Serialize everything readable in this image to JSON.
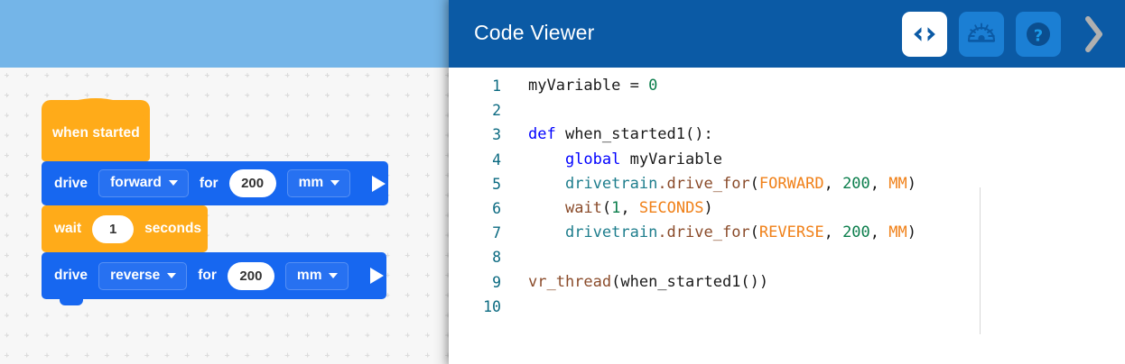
{
  "workspace": {
    "name": "blocks-workspace",
    "sky_color": "#74b5e8",
    "grid_color": "#d9d9d9",
    "blocks": [
      {
        "type": "hat",
        "label": "when started",
        "color": "#ffab19"
      },
      {
        "type": "drive",
        "label": "drive",
        "direction": "forward",
        "for_label": "for",
        "value": "200",
        "unit": "mm",
        "color": "#1767f0",
        "run_icon": "play-icon"
      },
      {
        "type": "wait",
        "label": "wait",
        "value": "1",
        "unit_label": "seconds",
        "color": "#ffab19"
      },
      {
        "type": "drive",
        "label": "drive",
        "direction": "reverse",
        "for_label": "for",
        "value": "200",
        "unit": "mm",
        "color": "#1767f0",
        "run_icon": "play-icon"
      }
    ]
  },
  "code_viewer": {
    "title": "Code Viewer",
    "header_color": "#0b5aa5",
    "actions": [
      {
        "name": "code-view-button",
        "icon": "code-brackets-icon",
        "state": "active"
      },
      {
        "name": "dashboard-view-button",
        "icon": "gauge-dashboard-icon",
        "state": "default"
      },
      {
        "name": "help-button",
        "icon": "question-mark-icon",
        "state": "default"
      },
      {
        "name": "collapse-panel-button",
        "icon": "chevron-right-icon",
        "state": "default"
      }
    ],
    "line_numbers": [
      "1",
      "2",
      "3",
      "4",
      "5",
      "6",
      "7",
      "8",
      "9",
      "10"
    ],
    "lines": [
      {
        "n": "1",
        "tokens": [
          {
            "t": "myVariable ",
            "c": "punct"
          },
          {
            "t": "= ",
            "c": "punct"
          },
          {
            "t": "0",
            "c": "num"
          }
        ]
      },
      {
        "n": "2",
        "tokens": []
      },
      {
        "n": "3",
        "tokens": [
          {
            "t": "def ",
            "c": "kw"
          },
          {
            "t": "when_started1():",
            "c": "punct"
          }
        ]
      },
      {
        "n": "4",
        "tokens": [
          {
            "t": "    ",
            "c": "punct"
          },
          {
            "t": "global ",
            "c": "kw"
          },
          {
            "t": "myVariable",
            "c": "punct"
          }
        ]
      },
      {
        "n": "5",
        "tokens": [
          {
            "t": "    ",
            "c": "punct"
          },
          {
            "t": "drivetrain",
            "c": "obj"
          },
          {
            "t": ".drive_for",
            "c": "fn"
          },
          {
            "t": "(",
            "c": "punct"
          },
          {
            "t": "FORWARD",
            "c": "const"
          },
          {
            "t": ", ",
            "c": "punct"
          },
          {
            "t": "200",
            "c": "num"
          },
          {
            "t": ", ",
            "c": "punct"
          },
          {
            "t": "MM",
            "c": "const"
          },
          {
            "t": ")",
            "c": "punct"
          }
        ]
      },
      {
        "n": "6",
        "tokens": [
          {
            "t": "    ",
            "c": "punct"
          },
          {
            "t": "wait",
            "c": "fn"
          },
          {
            "t": "(",
            "c": "punct"
          },
          {
            "t": "1",
            "c": "num"
          },
          {
            "t": ", ",
            "c": "punct"
          },
          {
            "t": "SECONDS",
            "c": "const"
          },
          {
            "t": ")",
            "c": "punct"
          }
        ]
      },
      {
        "n": "7",
        "tokens": [
          {
            "t": "    ",
            "c": "punct"
          },
          {
            "t": "drivetrain",
            "c": "obj"
          },
          {
            "t": ".drive_for",
            "c": "fn"
          },
          {
            "t": "(",
            "c": "punct"
          },
          {
            "t": "REVERSE",
            "c": "const"
          },
          {
            "t": ", ",
            "c": "punct"
          },
          {
            "t": "200",
            "c": "num"
          },
          {
            "t": ", ",
            "c": "punct"
          },
          {
            "t": "MM",
            "c": "const"
          },
          {
            "t": ")",
            "c": "punct"
          }
        ]
      },
      {
        "n": "8",
        "tokens": []
      },
      {
        "n": "9",
        "tokens": [
          {
            "t": "vr_thread",
            "c": "fn"
          },
          {
            "t": "(when_started1())",
            "c": "punct"
          }
        ]
      },
      {
        "n": "10",
        "tokens": []
      }
    ]
  }
}
